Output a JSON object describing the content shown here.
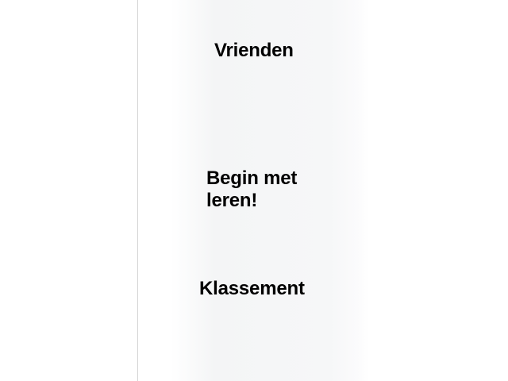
{
  "panel": {
    "friends_heading": "Vrienden",
    "start_learning_heading": "Begin met leren!",
    "leaderboard_heading": "Klassement"
  },
  "colors": {
    "page_background": "#ffffff",
    "panel_background": "#f6f7f8",
    "divider": "#d4d4d4",
    "heading_text": "#000000"
  }
}
